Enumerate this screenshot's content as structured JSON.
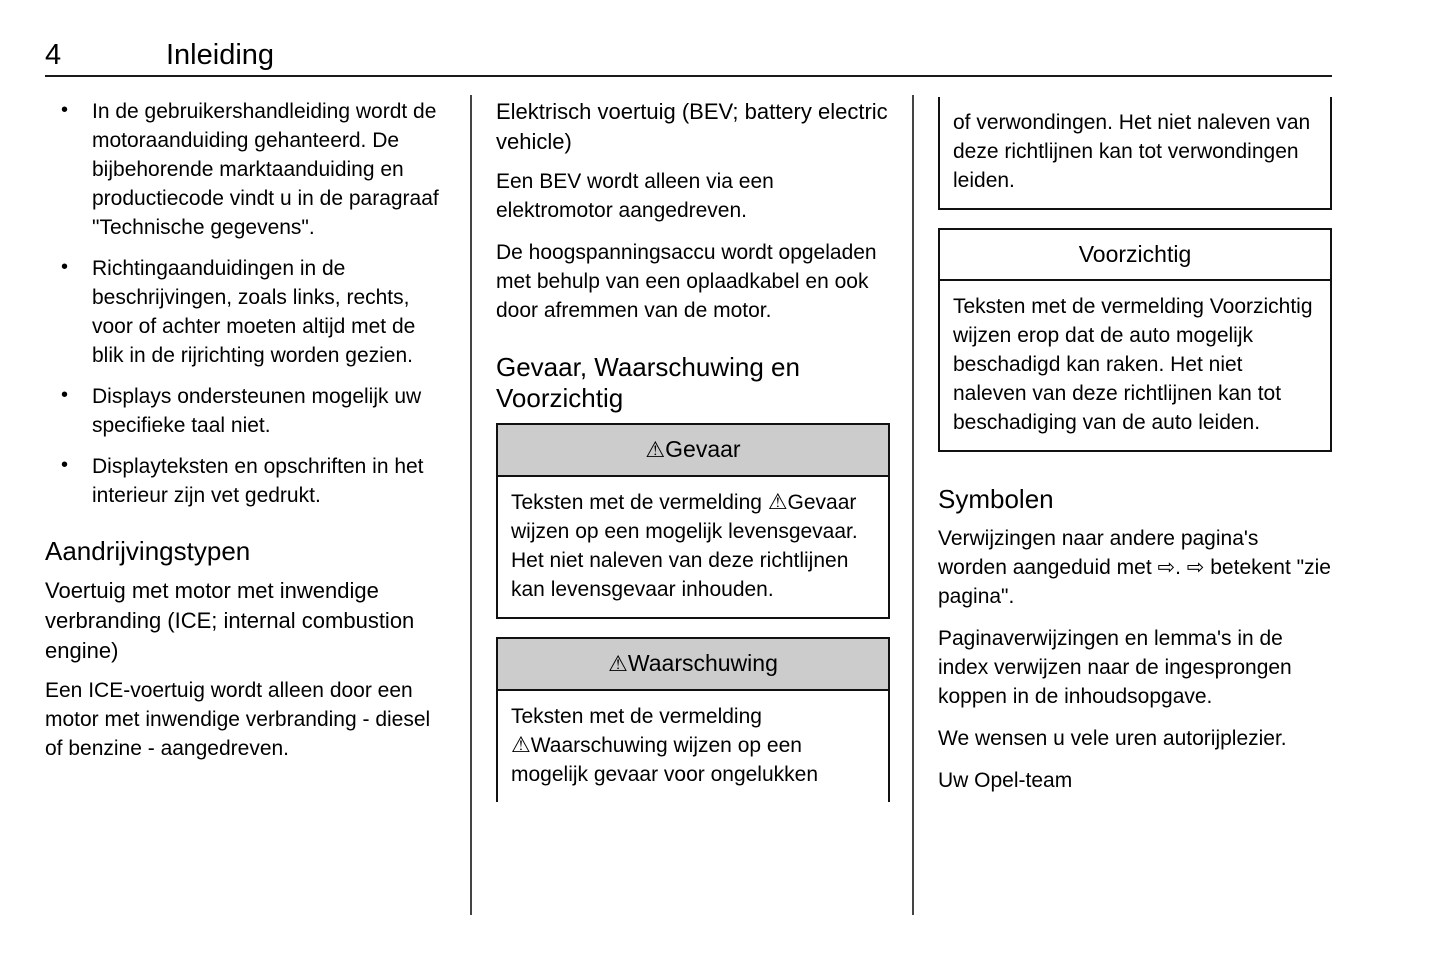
{
  "header": {
    "page_number": "4",
    "chapter_title": "Inleiding"
  },
  "icons": {
    "warning_triangle": "⚠",
    "page_reference_arrow": "⇨",
    "bullet": "•"
  },
  "colors": {
    "notice_header_bg": "#cccccc",
    "rule": "#1a1a1a",
    "divider": "#444444",
    "text": "#000000"
  },
  "column_1": {
    "bullets": [
      "In de gebruikershandleiding wordt de motoraanduiding gehanteerd. De bijbehorende marktaanduiding en productiecode vindt u in de paragraaf \"Technische gegevens\".",
      "Richtingaanduidingen in de beschrijvingen, zoals links, rechts, voor of achter moeten altijd met de blik in de rijrichting worden gezien.",
      "Displays ondersteunen mogelijk uw specifieke taal niet.",
      "Displayteksten en opschriften in het interieur zijn vet gedrukt."
    ],
    "section_heading": "Aandrijvingstypen",
    "sub_heading": "Voertuig met motor met inwendige verbranding (ICE; internal combustion engine)",
    "paragraph": "Een ICE-voertuig wordt alleen door een motor met inwendige verbranding - diesel of benzine - aangedreven."
  },
  "column_2": {
    "sub_heading": "Elektrisch voertuig (BEV; battery electric vehicle)",
    "paragraphs": [
      "Een BEV wordt alleen via een elektromotor aangedreven.",
      "De hoogspanningsaccu wordt opgeladen met behulp van een oplaadkabel en ook door afremmen van de motor."
    ],
    "section_heading": "Gevaar, Waarschuwing en Voorzichtig",
    "notice_danger": {
      "title": "Gevaar",
      "body_before_icon": "Teksten met de vermelding",
      "body_after_icon": "Gevaar wijzen op een mogelijk levensgevaar. Het niet naleven van deze richtlijnen kan levensgevaar inhouden."
    },
    "notice_warning": {
      "title": "Waarschuwing",
      "body_before_icon": "Teksten met de vermelding",
      "body_after_icon": "Waarschuwing wijzen op een mogelijk gevaar voor ongelukken"
    }
  },
  "column_3": {
    "notice_warning_continued": {
      "body": "of verwondingen. Het niet naleven van deze richtlijnen kan tot verwondingen leiden."
    },
    "notice_caution": {
      "title": "Voorzichtig",
      "body": "Teksten met de vermelding Voorzichtig wijzen erop dat de auto mogelijk beschadigd kan raken. Het niet naleven van deze richtlijnen kan tot beschadiging van de auto leiden."
    },
    "section_heading": "Symbolen",
    "symbols_paragraph_part_1": "Verwijzingen naar andere pagina's worden aangeduid met",
    "symbols_paragraph_part_2": ".",
    "symbols_paragraph_part_3": "betekent \"zie pagina\".",
    "paragraphs": [
      "Paginaverwijzingen en lemma's in de index verwijzen naar de ingesprongen koppen in de inhoudsopgave.",
      "We wensen u vele uren autorijplezier.",
      "Uw Opel-team"
    ]
  }
}
